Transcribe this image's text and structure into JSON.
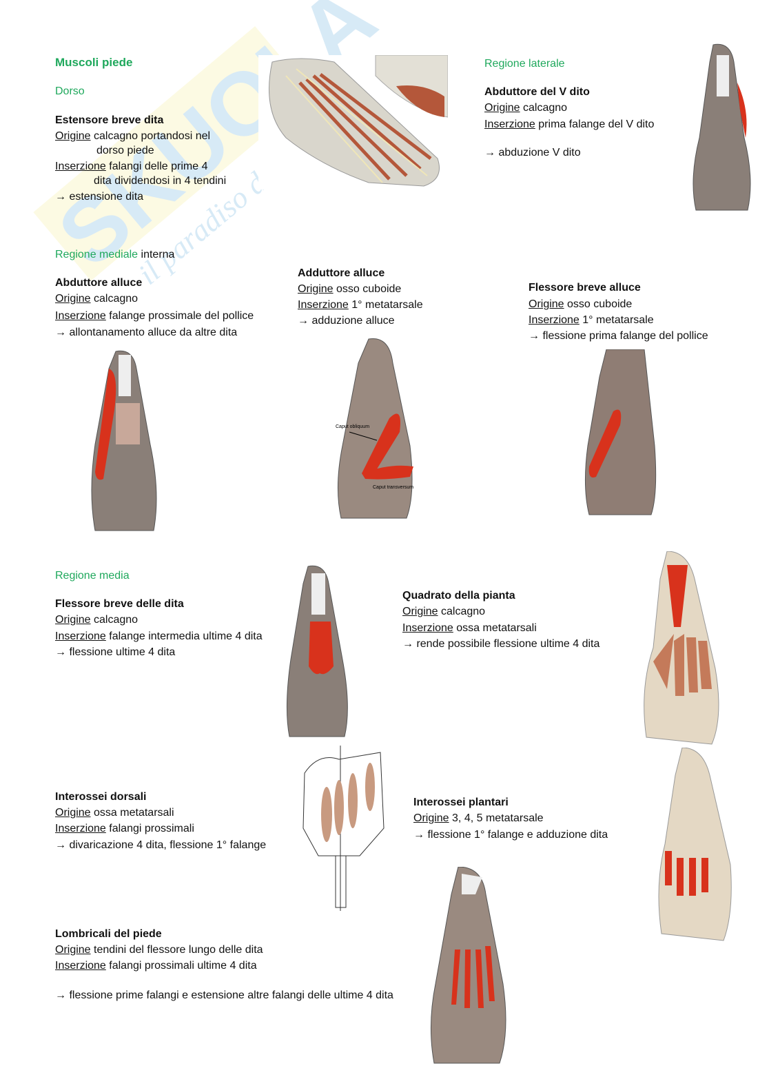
{
  "watermark": {
    "brand": "SKUOLA.net",
    "tagline": "il paradiso dello studio"
  },
  "title": "Muscoli piede",
  "dorso": {
    "heading": "Dorso",
    "muscle": "Estensore breve dita",
    "origin_label": "Origine",
    "origin": "calcagno portandosi nel",
    "origin_cont": "dorso piede",
    "insertion_label": "Inserzione",
    "insertion": "falangi delle prime 4",
    "insertion_cont": "dita dividendosi in 4 tendini",
    "action": "→ estensione dita"
  },
  "laterale": {
    "heading": "Regione laterale",
    "muscle": "Abduttore del V dito",
    "origin_label": "Origine",
    "origin": "calcagno",
    "insertion_label": "Inserzione",
    "insertion": "prima falange del V dito",
    "action": "→ abduzione V dito"
  },
  "mediale": {
    "heading": "Regione mediale",
    "heading_suffix": "interna",
    "abduttore": {
      "muscle": "Abduttore alluce",
      "origin_label": "Origine",
      "origin": "calcagno",
      "insertion_label": "Inserzione",
      "insertion": "falange prossimale del pollice",
      "action": "→ allontanamento alluce da altre dita"
    },
    "adduttore": {
      "muscle": "Adduttore alluce",
      "origin_label": "Origine",
      "origin": "osso cuboide",
      "insertion_label": "Inserzione",
      "insertion": "1° metatarsale",
      "action": "→ adduzione alluce",
      "fig_label_1": "Caput obliquum",
      "fig_label_2": "Caput transversum"
    },
    "flessore": {
      "muscle": "Flessore breve alluce",
      "origin_label": "Origine",
      "origin": "osso cuboide",
      "insertion_label": "Inserzione",
      "insertion": "1° metatarsale",
      "action": "→ flessione prima falange del pollice"
    }
  },
  "media": {
    "heading": "Regione media",
    "flessore": {
      "muscle": "Flessore breve delle dita",
      "origin_label": "Origine",
      "origin": "calcagno",
      "insertion_label": "Inserzione",
      "insertion": "falange intermedia ultime 4 dita",
      "action": "→ flessione ultime 4 dita"
    },
    "quadrato": {
      "muscle": "Quadrato della pianta",
      "origin_label": "Origine",
      "origin": "calcagno",
      "insertion_label": "Inserzione",
      "insertion": "ossa metatarsali",
      "action": "→ rende possibile flessione ultime 4 dita"
    },
    "dorsali": {
      "muscle": "Interossei dorsali",
      "origin_label": "Origine",
      "origin": "ossa metatarsali",
      "insertion_label": "Inserzione",
      "insertion": "falangi prossimali",
      "action": "→ divaricazione 4 dita, flessione 1° falange"
    },
    "plantari": {
      "muscle": "Interossei plantari",
      "origin_label": "Origine",
      "origin": "3, 4, 5 metatarsale",
      "action": "→ flessione 1° falange e adduzione dita"
    },
    "lombricali": {
      "muscle": "Lombricali del piede",
      "origin_label": "Origine",
      "origin": "tendini del flessore lungo delle dita",
      "insertion_label": "Inserzione",
      "insertion": "falangi prossimali ultime 4 dita",
      "action": "→ flessione prime falangi e estensione altre falangi delle ultime 4 dita"
    }
  }
}
